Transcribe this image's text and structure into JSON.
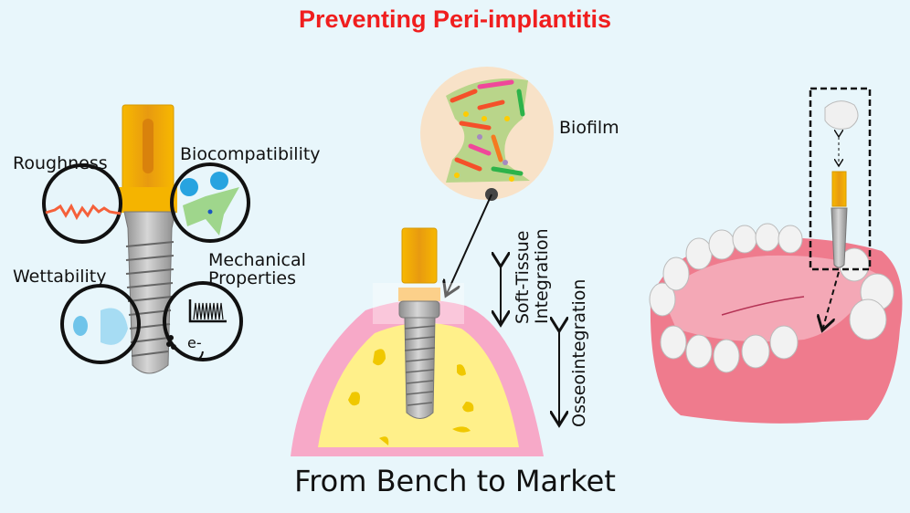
{
  "title": "Preventing Peri-implantitis",
  "labels": {
    "roughness": "Roughness",
    "biocompatibility": "Biocompatibility",
    "wettability": "Wettability",
    "mechanical_line1": "Mechanical",
    "mechanical_line2": "Properties",
    "electron": "e-",
    "biofilm": "Biofilm",
    "soft_tissue_line1": "Soft-Tissue",
    "soft_tissue_line2": "Integration",
    "osseointegration": "Osseointegration"
  },
  "footer": "From Bench to Market",
  "colors": {
    "title": "#f01e1e",
    "background": "#e8f6fb",
    "abutment": "#f5b400",
    "gum": "#f7a9c8",
    "bone": "#fff08a"
  }
}
